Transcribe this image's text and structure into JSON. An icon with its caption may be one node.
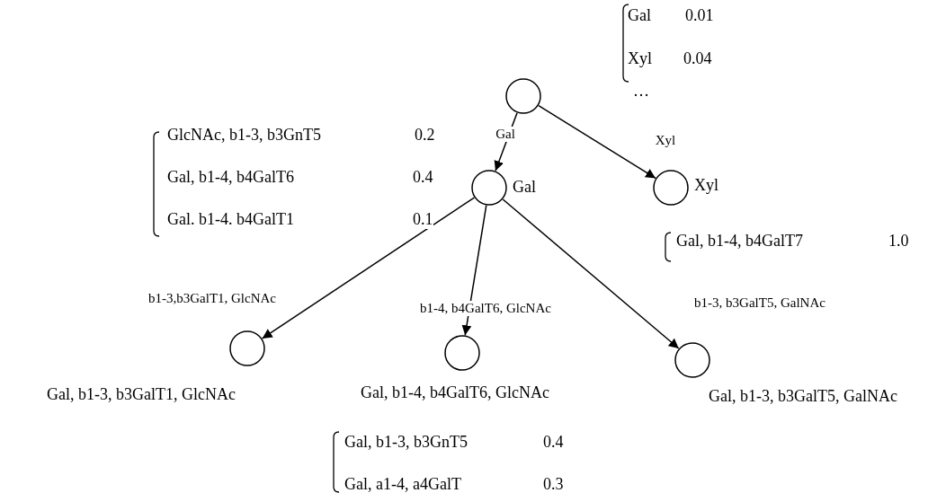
{
  "diagram": {
    "nodes": [
      {
        "text": [],
        "shape": "circle"
      },
      {
        "text": [],
        "shape": "circle",
        "beside": [
          "Gal"
        ]
      },
      {
        "text": [],
        "shape": "circle",
        "beside": [
          "Xyl"
        ]
      },
      {
        "text": [],
        "shape": "circle",
        "beside": [
          "Gal, b1-3, b3GalT1, GlcNAc"
        ]
      },
      {
        "text": [],
        "shape": "circle",
        "beside": [
          "Gal, b1-4, b4GalT6, GlcNAc"
        ]
      },
      {
        "text": [],
        "shape": "circle",
        "beside": [
          "Gal, b1-3, b3GalT5, GalNAc"
        ]
      }
    ],
    "edges": [
      {
        "from": 0,
        "to": 1,
        "arrow": "to",
        "label": "Gal"
      },
      {
        "from": 0,
        "to": 2,
        "arrow": "to",
        "label": "Xyl"
      },
      {
        "from": 1,
        "to": 3,
        "arrow": "to",
        "label": "b1-3,b3GalT1, GlcNAc"
      },
      {
        "from": 1,
        "to": 4,
        "arrow": "to",
        "label": "b1-4, b4GalT6, GlcNAc"
      },
      {
        "from": 1,
        "to": 5,
        "arrow": "to",
        "label": "b1-3, b3GalT5, GalNAc"
      }
    ],
    "labels": [
      "Gal",
      "0.01",
      "Xyl",
      "0.04",
      "…",
      "GlcNAc, b1-3, b3GnT5",
      "0.2",
      "Gal, b1-4, b4GalT6",
      "0.4",
      "Gal. b1-4. b4GalT1",
      "0.1",
      "Gal, b1-4, b4GalT7",
      "1.0",
      "Gal, b1-3, b3GnT5",
      "0.4",
      "Gal, a1-4, a4GalT",
      "0.3"
    ]
  }
}
